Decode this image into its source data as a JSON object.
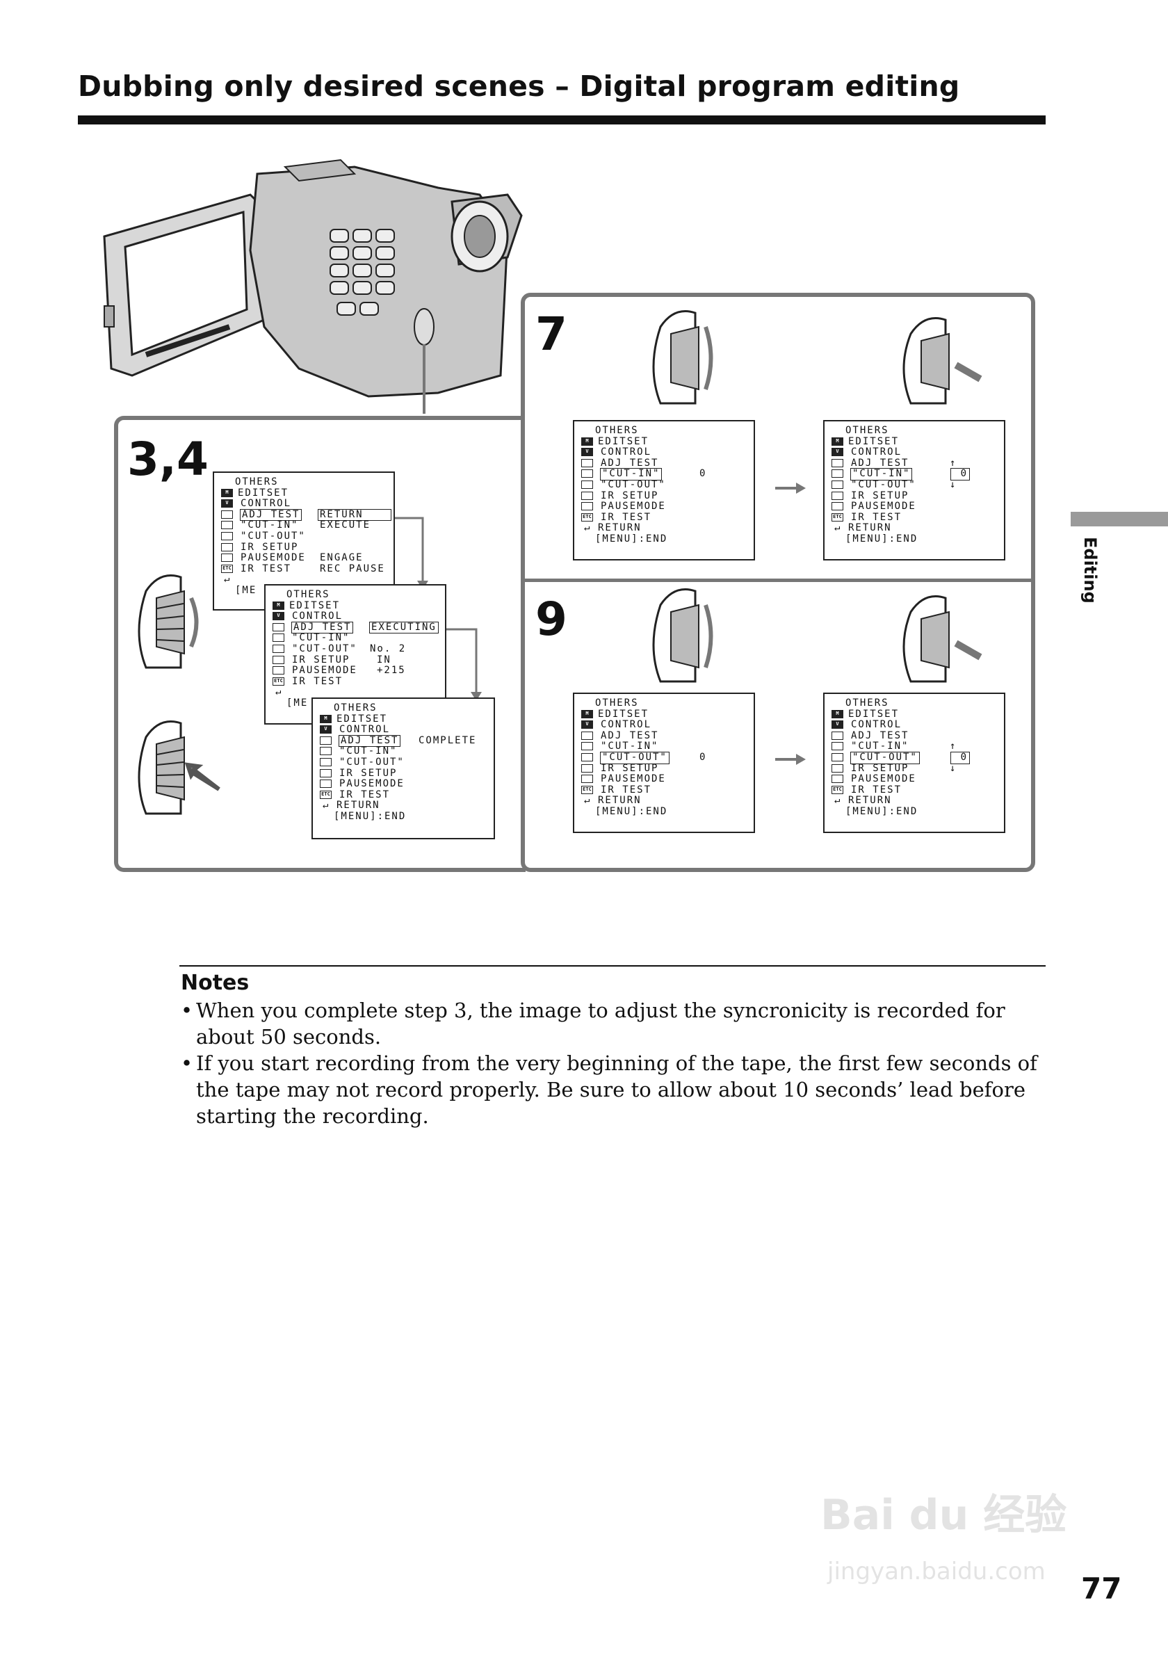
{
  "header": {
    "title": "Dubbing only desired scenes – Digital program editing"
  },
  "side_tab": {
    "label": "Editing"
  },
  "figure": {
    "steps": {
      "s34": "3,4",
      "s7": "7",
      "s9": "9"
    },
    "menus": {
      "m1": {
        "header": "OTHERS",
        "rows": [
          "EDITSET",
          "CONTROL",
          "ADJ TEST",
          "\"CUT-IN\"",
          "\"CUT-OUT\"",
          "IR SETUP",
          "PAUSEMODE",
          "IR TEST"
        ],
        "values": [
          "",
          "",
          "RETURN",
          "EXECUTE",
          "",
          "",
          "ENGAGE",
          "REC PAUSE"
        ],
        "footer": "[ME"
      },
      "m2": {
        "header": "OTHERS",
        "rows": [
          "EDITSET",
          "CONTROL",
          "ADJ TEST",
          "\"CUT-IN\"",
          "\"CUT-OUT\"",
          "IR SETUP",
          "PAUSEMODE",
          "IR TEST"
        ],
        "values": [
          "",
          "",
          "EXECUTING",
          "",
          "No. 2",
          "IN",
          "+215",
          ""
        ],
        "footer": "[ME"
      },
      "m3": {
        "header": "OTHERS",
        "rows": [
          "EDITSET",
          "CONTROL",
          "ADJ TEST",
          "\"CUT-IN\"",
          "\"CUT-OUT\"",
          "IR SETUP",
          "PAUSEMODE",
          "IR TEST"
        ],
        "values": [
          "",
          "",
          "COMPLETE",
          "",
          "",
          "",
          "",
          ""
        ],
        "return": "RETURN",
        "footer": "[MENU]:END"
      },
      "m7a": {
        "header": "OTHERS",
        "rows": [
          "EDITSET",
          "CONTROL",
          "ADJ TEST",
          "\"CUT-IN\"",
          "\"CUT-OUT\"",
          "IR SETUP",
          "PAUSEMODE",
          "IR TEST"
        ],
        "value": "0",
        "return": "RETURN",
        "footer": "[MENU]:END"
      },
      "m7b": {
        "header": "OTHERS",
        "rows": [
          "EDITSET",
          "CONTROL",
          "ADJ TEST",
          "\"CUT-IN\"",
          "\"CUT-OUT\"",
          "IR SETUP",
          "PAUSEMODE",
          "IR TEST"
        ],
        "value": "0",
        "return": "RETURN",
        "footer": "[MENU]:END"
      },
      "m9a": {
        "header": "OTHERS",
        "rows": [
          "EDITSET",
          "CONTROL",
          "ADJ TEST",
          "\"CUT-IN\"",
          "\"CUT-OUT\"",
          "IR SETUP",
          "PAUSEMODE",
          "IR TEST"
        ],
        "value": "0",
        "return": "RETURN",
        "footer": "[MENU]:END"
      },
      "m9b": {
        "header": "OTHERS",
        "rows": [
          "EDITSET",
          "CONTROL",
          "ADJ TEST",
          "\"CUT-IN\"",
          "\"CUT-OUT\"",
          "IR SETUP",
          "PAUSEMODE",
          "IR TEST"
        ],
        "value": "0",
        "return": "RETURN",
        "footer": "[MENU]:END"
      }
    }
  },
  "notes": {
    "title": "Notes",
    "items": [
      "When you complete step 3, the image to adjust the syncronicity is recorded for about 50 seconds.",
      "If you start recording from the very beginning of the tape, the first few seconds of the tape may not record properly. Be sure to allow about 10 seconds’ lead before starting the recording."
    ]
  },
  "page_number": "77",
  "watermark": {
    "line1": "Bai du 经验",
    "line2": "jingyan.baidu.com"
  }
}
